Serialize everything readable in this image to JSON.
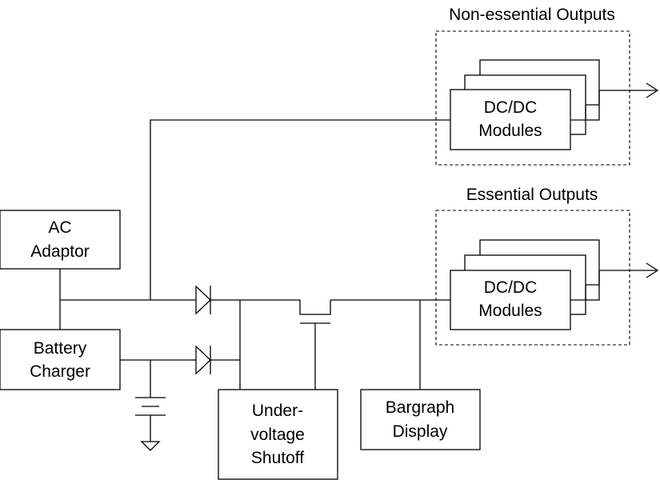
{
  "groups": {
    "non_essential": {
      "title": "Non-essential Outputs"
    },
    "essential": {
      "title": "Essential Outputs"
    }
  },
  "blocks": {
    "ac_adaptor": {
      "line1": "AC",
      "line2": "Adaptor"
    },
    "battery_charger": {
      "line1": "Battery",
      "line2": "Charger"
    },
    "dcdc_top": {
      "line1": "DC/DC",
      "line2": "Modules"
    },
    "dcdc_bottom": {
      "line1": "DC/DC",
      "line2": "Modules"
    },
    "undervoltage": {
      "line1": "Under-",
      "line2": "voltage",
      "line3": "Shutoff"
    },
    "bargraph": {
      "line1": "Bargraph",
      "line2": "Display"
    }
  }
}
